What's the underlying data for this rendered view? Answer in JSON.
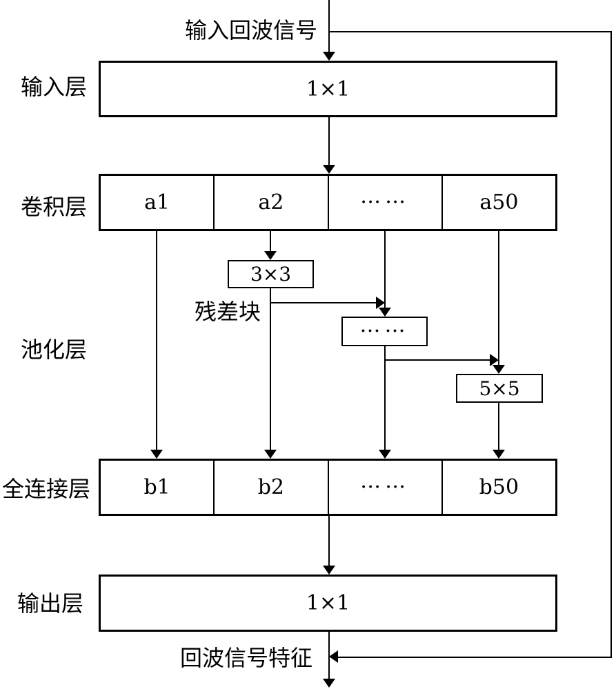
{
  "canvas": {
    "background": "#ffffff",
    "line_color": "#000000"
  },
  "annotations": {
    "input_signal_label": "输入回波信号",
    "residual_block_label": "残差块",
    "output_feature_label": "回波信号特征"
  },
  "layers": {
    "input": {
      "label": "输入层",
      "value": "1×1"
    },
    "conv": {
      "label": "卷积层",
      "cells": [
        "a1",
        "a2",
        "……",
        "a50"
      ]
    },
    "pool": {
      "label": "池化层",
      "blocks": [
        "3×3",
        "……",
        "5×5"
      ]
    },
    "fc": {
      "label": "全连接层",
      "cells": [
        "b1",
        "b2",
        "……",
        "b50"
      ]
    },
    "output": {
      "label": "输出层",
      "value": "1×1"
    }
  }
}
